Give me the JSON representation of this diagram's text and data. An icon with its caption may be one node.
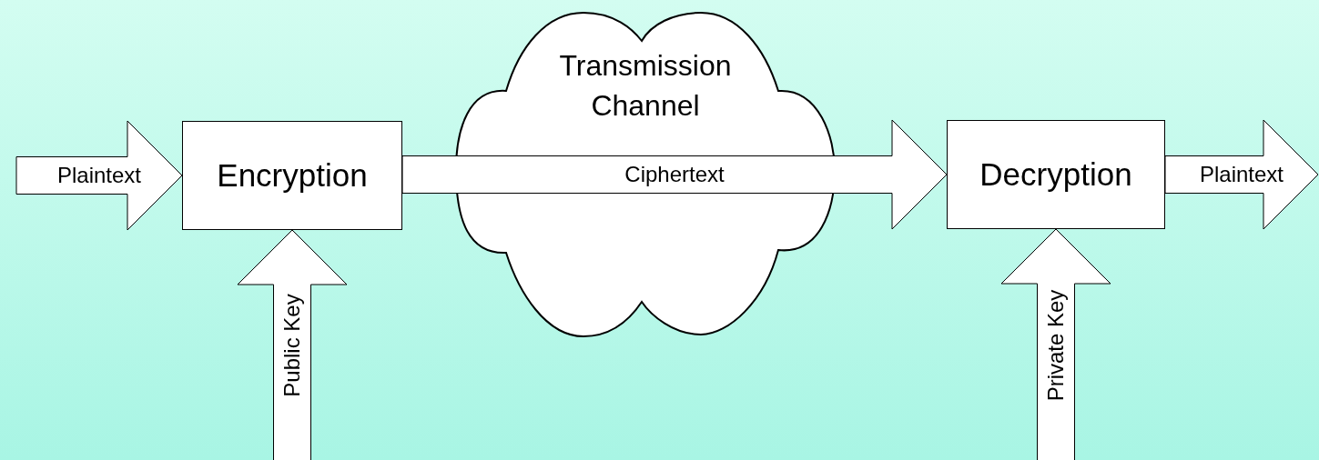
{
  "diagram": {
    "nodes": [
      {
        "text": [
          "Encryption"
        ]
      },
      {
        "text": [
          "Transmission Channel"
        ]
      },
      {
        "text": [
          "Decryption"
        ]
      }
    ],
    "edges": [
      {
        "from": null,
        "to": 0,
        "arrow": "to",
        "label": "Plaintext"
      },
      {
        "from": 0,
        "to": 2,
        "arrow": "to",
        "label": "Ciphertext"
      },
      {
        "from": 2,
        "to": null,
        "arrow": "to",
        "label": "Plaintext"
      },
      {
        "from": null,
        "to": 0,
        "arrow": "to",
        "label": "Public Key"
      },
      {
        "from": null,
        "to": 2,
        "arrow": "to",
        "label": "Private Key"
      }
    ]
  }
}
